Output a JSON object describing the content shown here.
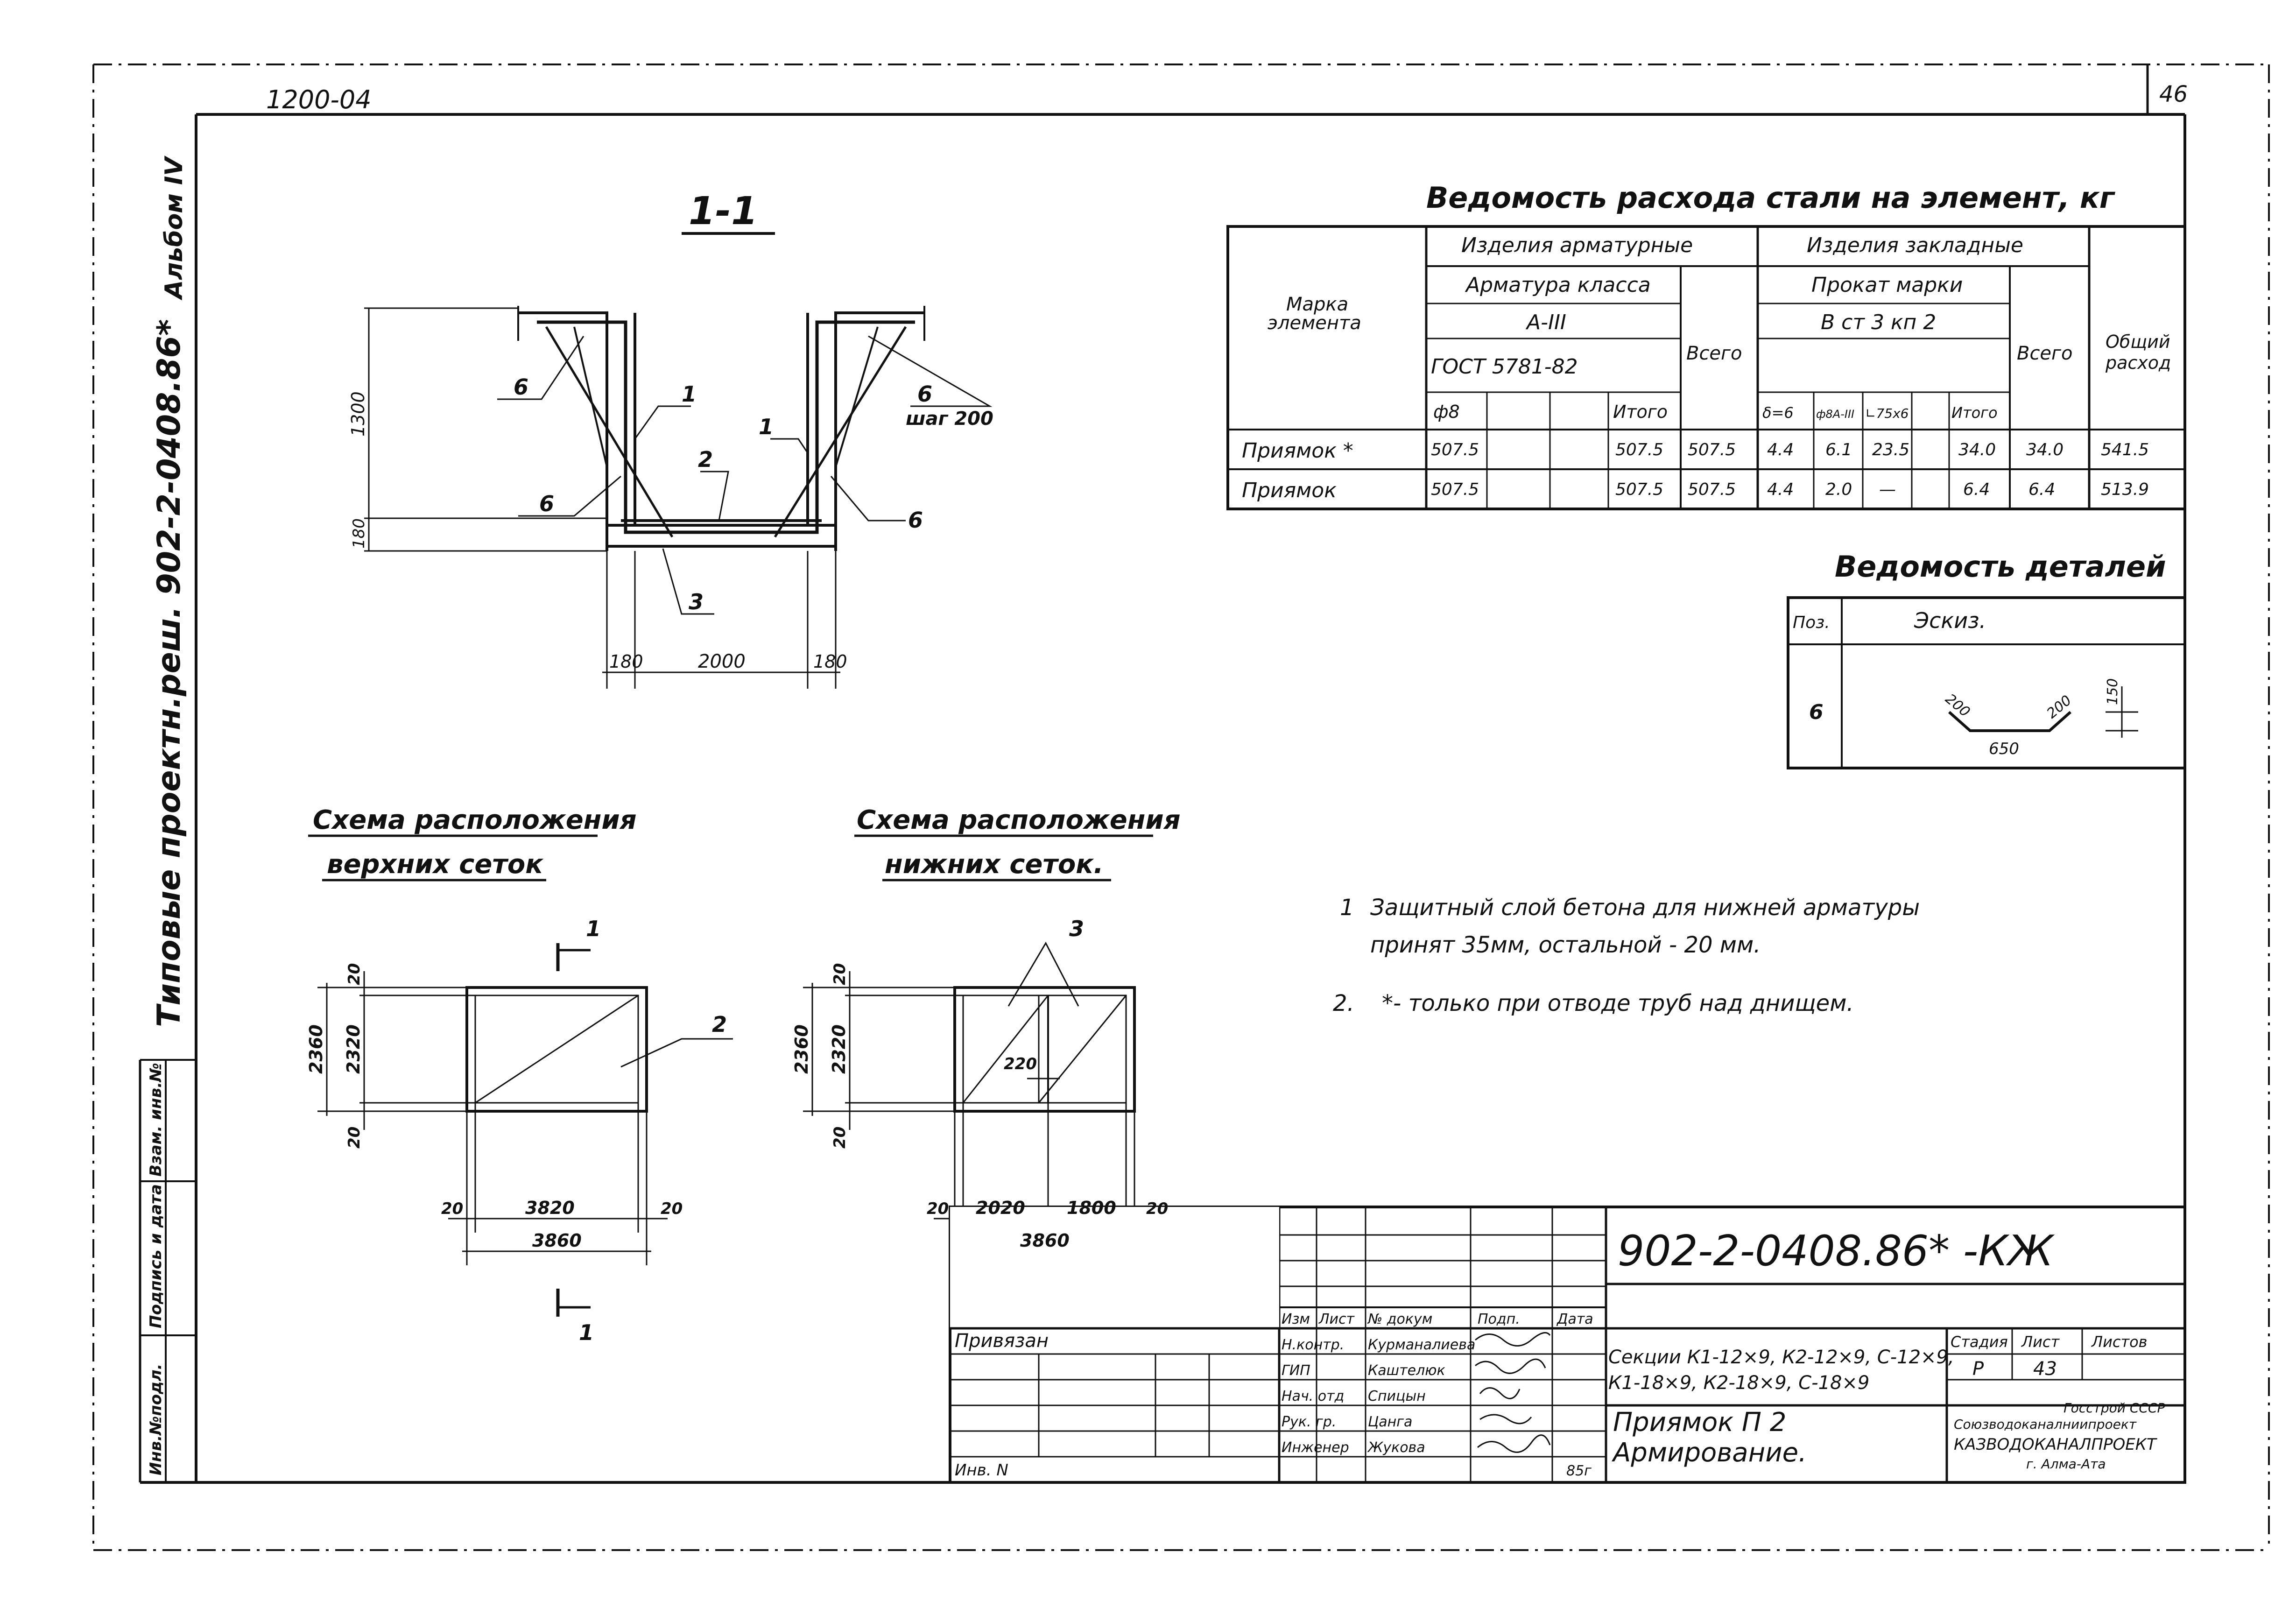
{
  "sheet": {
    "code_topleft": "1200-04",
    "sheet_number": "46",
    "side_title": "Типовые проектн.реш. 902-2-0408.86*",
    "side_album": "Альбом IV",
    "side_stamp": [
      "Инв.№подл.",
      "Подпись и дата",
      "Взам. инв.№"
    ]
  },
  "section": {
    "title": "1-1",
    "dims": {
      "height": "1300",
      "bottom": "180",
      "left_wall": "180",
      "span": "2000",
      "right_wall": "180"
    },
    "callouts": [
      "6",
      "1",
      "1",
      "6",
      "шаг 200",
      "2",
      "6",
      "6",
      "3"
    ]
  },
  "upper_scheme": {
    "title_line1": "Схема расположения",
    "title_line2": "верхних сеток",
    "cut_label_top": "1",
    "cut_label_bottom": "1",
    "callout": "2",
    "dims": {
      "outer_h": "2360",
      "inner_h": "2320",
      "top_offset": "20",
      "bottom_offset": "20",
      "left_offset": "20",
      "inner_w": "3820",
      "right_offset": "20",
      "outer_w": "3860"
    }
  },
  "lower_scheme": {
    "title_line1": "Схема расположения",
    "title_line2": "нижних сеток.",
    "callout": "3",
    "overlap": "220",
    "dims": {
      "outer_h": "2360",
      "inner_h": "2320",
      "top_offset": "20",
      "bottom_offset": "20",
      "left_offset": "20",
      "w1": "2020",
      "w2": "1800",
      "right_offset": "20",
      "outer_w": "3860"
    }
  },
  "steel_table": {
    "title": "Ведомость расхода стали на элемент, кг",
    "headers": {
      "mark": [
        "Марка",
        "элемента"
      ],
      "armatur": "Изделия арматурные",
      "armatura_class": "Арматура класса",
      "class_a3": "А-III",
      "gost": "ГОСТ 5781-82",
      "vsego": "Всего",
      "zaklad": "Изделия закладные",
      "prokat": "Прокат марки",
      "vst": "В ст 3 кп 2",
      "vsego2": "Всего",
      "total": [
        "Общий",
        "расход"
      ],
      "sub": [
        "ф8",
        "",
        "",
        "Итого",
        "",
        "δ=6",
        "ф8А-III",
        "∟75х6",
        "Итого"
      ]
    },
    "rows": [
      [
        "Приямок  *",
        "507.5",
        "",
        "",
        "507.5",
        "507.5",
        "4.4",
        "6.1",
        "23.5",
        "34.0",
        "34.0",
        "541.5"
      ],
      [
        "Приямок",
        "507.5",
        "",
        "",
        "507.5",
        "507.5",
        "4.4",
        "2.0",
        "—",
        "6.4",
        "6.4",
        "513.9"
      ]
    ]
  },
  "details_table": {
    "title": "Ведомость деталей",
    "col_pos": "Поз.",
    "col_sketch": "Эскиз.",
    "pos": "6",
    "dims": {
      "left": "200",
      "right": "200",
      "length": "650",
      "height": "150"
    }
  },
  "notes": [
    {
      "n": "1",
      "line1": "Защитный слой бетона для нижней арматуры",
      "line2": "принят 35мм, остальной - 20 мм."
    },
    {
      "n": "2.",
      "line1": "*- только при отводе труб над днищем."
    }
  ],
  "title_block": {
    "doc_code": "902-2-0408.86* -КЖ",
    "privyazan": "Привязан",
    "inv": "Инв. N",
    "cols": [
      "Изм",
      "Лист",
      "№ докум",
      "Подп.",
      "Дата"
    ],
    "roles": [
      "Н.контр.",
      "ГИП",
      "Нач. отд",
      "Рук. гр.",
      "Инженер"
    ],
    "names": [
      "Курманалиева",
      "Каштелюк",
      "Спицын",
      "Цанга",
      "Жукова"
    ],
    "date_last": "85г",
    "project_line1": "Секции К1-12×9, К2-12×9, С-12×9,",
    "project_line2": "К1-18×9, К2-18×9, С-18×9",
    "sheet_title_line1": "Приямок П 2",
    "sheet_title_line2": "Армирование.",
    "stadia_label": "Стадия",
    "list_label": "Лист",
    "listov_label": "Листов",
    "stadia": "Р",
    "list": "43",
    "org_line1": "Госстрой СССР",
    "org_line2": "Союзводоканалниипроект",
    "org_line3": "КАЗВОДОКАНАЛПРОЕКТ",
    "org_line4": "г. Алма-Ата"
  }
}
